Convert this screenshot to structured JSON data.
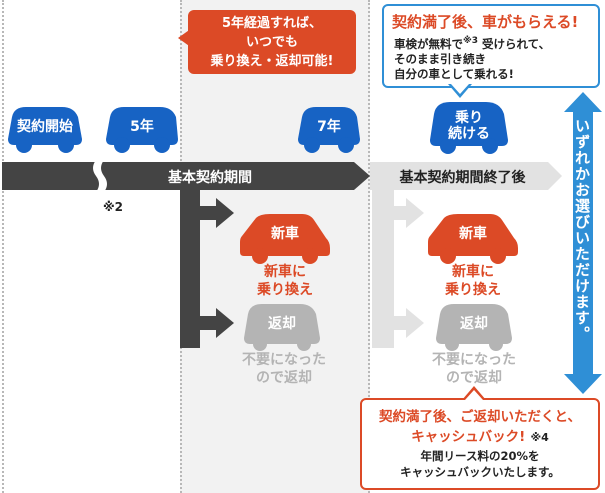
{
  "colors": {
    "blue": "#1763c4",
    "red": "#dc4a26",
    "gray": "#b4b4b4",
    "bar": "#444444",
    "light": "#e2e2e2",
    "bluebox": "#2f8fd6"
  },
  "timeline": {
    "start": "契約開始",
    "year5": "5年",
    "year7": "7年",
    "keep": "乗り\n続ける",
    "note2": "※2"
  },
  "bars": {
    "main": "基本契約期間",
    "after": "基本契約期間終了後"
  },
  "bubble": {
    "text": "5年経過すれば、\nいつでも\n乗り換え・返却可能!"
  },
  "top_box": {
    "title": "契約満了後、車がもらえる!",
    "body_line1": "車検が無料で",
    "body_sup": "※3",
    "body_line1b": " 受けられて、",
    "body_rest": "そのまま引き続き\n自分の車として乗れる!"
  },
  "options": [
    {
      "car": "新車",
      "label": "新車に\n乗り換え"
    },
    {
      "car": "返却",
      "label": "不要になった\nので返却"
    },
    {
      "car": "新車",
      "label": "新車に\n乗り換え"
    },
    {
      "car": "返却",
      "label": "不要になった\nので返却"
    }
  ],
  "side_text": "いずれかお選びいただけます。",
  "bottom_box": {
    "title1": "契約満了後、ご返却いただくと、",
    "title2": "キャッシュバック!",
    "note": "※4",
    "body": "年間リース料の20%を\nキャッシュバックいたします。"
  }
}
